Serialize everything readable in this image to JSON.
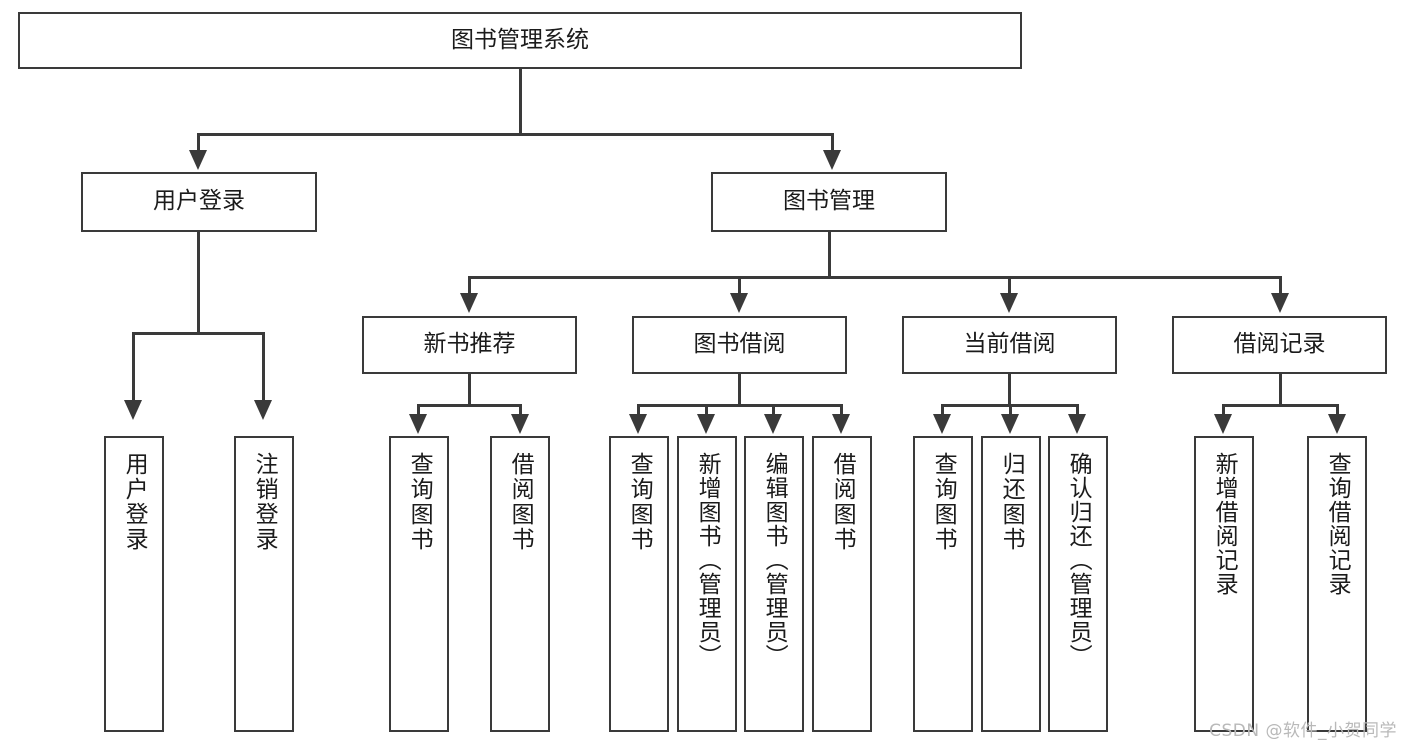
{
  "diagram": {
    "type": "tree",
    "title": "图书管理系统",
    "colors": {
      "box_border": "#3a3a3a",
      "box_fill": "#ffffff",
      "line": "#3a3a3a",
      "text": "#1b1b1b",
      "watermark": "#b9b9b9"
    },
    "root": {
      "label": "图书管理系统"
    },
    "level2": [
      {
        "label": "用户登录"
      },
      {
        "label": "图书管理"
      }
    ],
    "level3": [
      {
        "label": "新书推荐"
      },
      {
        "label": "图书借阅"
      },
      {
        "label": "当前借阅"
      },
      {
        "label": "借阅记录"
      }
    ],
    "leaves": {
      "user_login": [
        {
          "label": "用户登录"
        },
        {
          "label": "注销登录"
        }
      ],
      "new_book": [
        {
          "label": "查询图书"
        },
        {
          "label": "借阅图书"
        }
      ],
      "book_borrow": [
        {
          "label": "查询图书"
        },
        {
          "label": "新增图书（管理员）"
        },
        {
          "label": "编辑图书（管理员）"
        },
        {
          "label": "借阅图书"
        }
      ],
      "current_borrow": [
        {
          "label": "查询图书"
        },
        {
          "label": "归还图书"
        },
        {
          "label": "确认归还（管理员）"
        }
      ],
      "borrow_record": [
        {
          "label": "新增借阅记录"
        },
        {
          "label": "查询借阅记录"
        }
      ]
    }
  },
  "watermark": {
    "text": "CSDN @软件_小贺同学"
  }
}
